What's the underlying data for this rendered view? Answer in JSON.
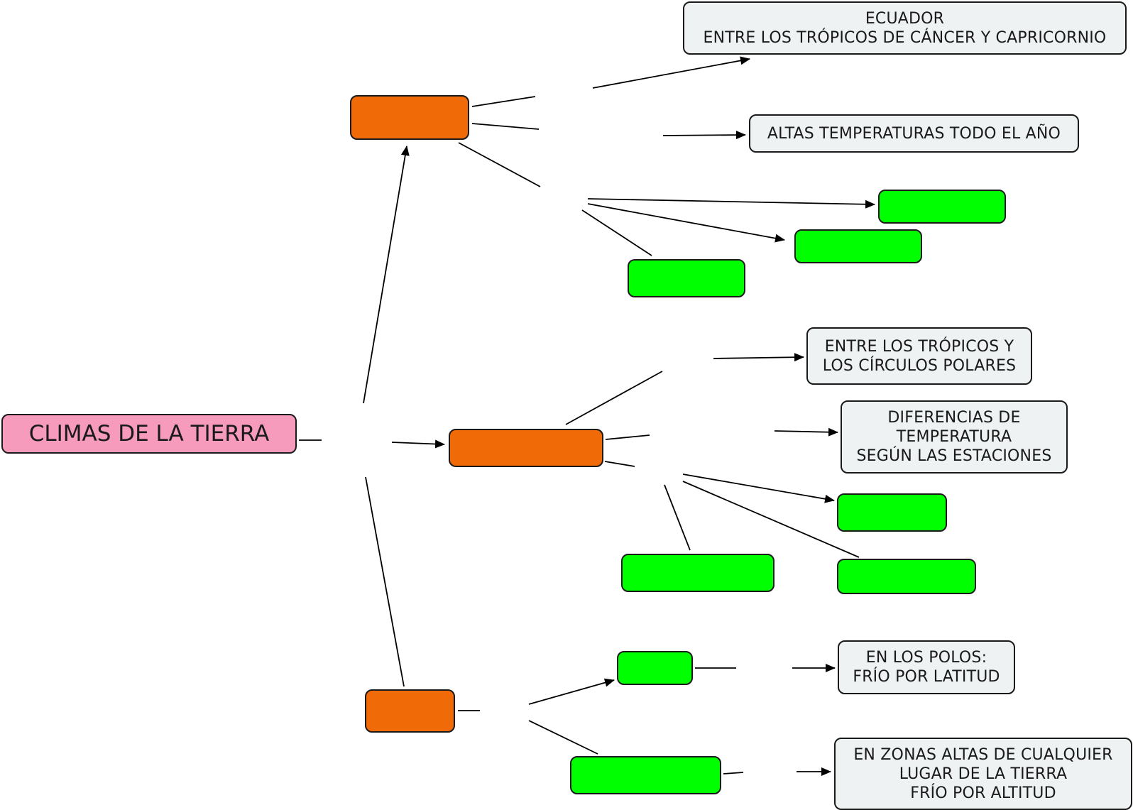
{
  "diagram": {
    "title": "CLIMAS DE LA TIERRA",
    "concepts": [
      {
        "text": "ECUADOR\nENTRE LOS TRÓPICOS DE CÁNCER Y CAPRICORNIO"
      },
      {
        "text": "ALTAS TEMPERATURAS TODO EL AÑO"
      },
      {
        "text": "ENTRE LOS TRÓPICOS Y\nLOS CÍRCULOS POLARES"
      },
      {
        "text": "DIFERENCIAS DE\nTEMPERATURA\nSEGÚN LAS ESTACIONES"
      },
      {
        "text": "EN LOS POLOS:\nFRÍO POR LATITUD"
      },
      {
        "text": "EN ZONAS ALTAS DE CUALQUIER\nLUGAR DE LA TIERRA\nFRÍO POR ALTITUD"
      }
    ],
    "colors": {
      "root": "#f79bbd",
      "category": "#f06a07",
      "subtype": "#00ff00",
      "info": "#eef2f3",
      "line": "#000000"
    }
  }
}
